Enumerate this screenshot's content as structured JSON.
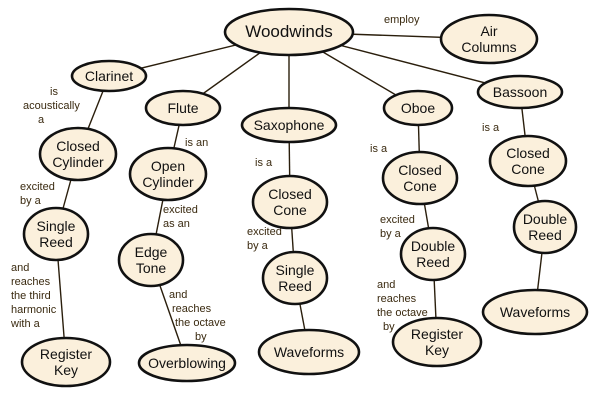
{
  "nodes": {
    "woodwinds": [
      "Woodwinds"
    ],
    "air_columns": [
      "Air",
      "Columns"
    ],
    "clarinet": [
      "Clarinet"
    ],
    "flute": [
      "Flute"
    ],
    "saxophone": [
      "Saxophone"
    ],
    "oboe": [
      "Oboe"
    ],
    "bassoon": [
      "Bassoon"
    ],
    "clarinet_closed_cylinder": [
      "Closed",
      "Cylinder"
    ],
    "flute_open_cylinder": [
      "Open",
      "Cylinder"
    ],
    "sax_closed_cone": [
      "Closed",
      "Cone"
    ],
    "oboe_closed_cone": [
      "Closed",
      "Cone"
    ],
    "bassoon_closed_cone": [
      "Closed",
      "Cone"
    ],
    "clarinet_single_reed": [
      "Single",
      "Reed"
    ],
    "flute_edge_tone": [
      "Edge",
      "Tone"
    ],
    "sax_single_reed": [
      "Single",
      "Reed"
    ],
    "oboe_double_reed": [
      "Double",
      "Reed"
    ],
    "bassoon_double_reed": [
      "Double",
      "Reed"
    ],
    "clarinet_register_key": [
      "Register",
      "Key"
    ],
    "flute_overblowing": [
      "Overblowing"
    ],
    "sax_waveforms": [
      "Waveforms"
    ],
    "oboe_register_key": [
      "Register",
      "Key"
    ],
    "bassoon_waveforms": [
      "Waveforms"
    ]
  },
  "link_labels": {
    "employ": [
      "employ"
    ],
    "clarinet_is": [
      "is",
      "acoustically",
      "a"
    ],
    "flute_is": [
      "is an"
    ],
    "sax_is": [
      "is a"
    ],
    "oboe_is": [
      "is a"
    ],
    "bassoon_is": [
      "is a"
    ],
    "clarinet_excited": [
      "excited",
      "by a"
    ],
    "flute_excited": [
      "excited",
      "as an"
    ],
    "sax_excited": [
      "excited",
      "by a"
    ],
    "oboe_excited": [
      "excited",
      "by a"
    ],
    "clarinet_reaches": [
      "and",
      "reaches",
      "the third",
      "harmonic",
      "with a"
    ],
    "flute_reaches": [
      "and",
      "reaches",
      "the octave",
      "by"
    ],
    "oboe_reaches": [
      "and",
      "reaches",
      "the octave",
      "by"
    ]
  }
}
